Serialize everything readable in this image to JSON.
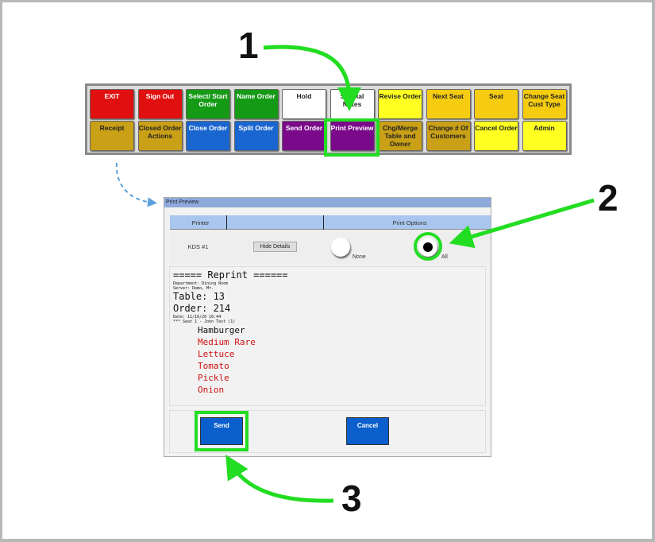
{
  "toolbar": {
    "buttons": [
      {
        "label": "EXIT",
        "color": "#e01010"
      },
      {
        "label": "Sign Out",
        "color": "#e01010"
      },
      {
        "label": "Select/ Start Order",
        "color": "#149a14"
      },
      {
        "label": "Name Order",
        "color": "#149a14"
      },
      {
        "label": "Hold",
        "color": "#ffffff"
      },
      {
        "label": "Special Notes",
        "color": "#ffffff"
      },
      {
        "label": "Revise Order",
        "color": "#ffff22"
      },
      {
        "label": "Next Seat",
        "color": "#f5cc10"
      },
      {
        "label": "Seat",
        "color": "#f5cc10"
      },
      {
        "label": "Change Seat Cust Type",
        "color": "#f5cc10"
      },
      {
        "label": "Receipt",
        "color": "#c9a016"
      },
      {
        "label": "Closed Order Actions",
        "color": "#c9a016"
      },
      {
        "label": "Close Order",
        "color": "#1a66d0"
      },
      {
        "label": "Split Order",
        "color": "#1a66d0"
      },
      {
        "label": "Send Order",
        "color": "#7a0a8a"
      },
      {
        "label": "Print Preview",
        "color": "#7a0a8a"
      },
      {
        "label": "Chg/Merge Table and Owner",
        "color": "#c9a016"
      },
      {
        "label": "Change # Of Customers",
        "color": "#c9a016"
      },
      {
        "label": "Cancel Order",
        "color": "#ffff22"
      },
      {
        "label": "Admin",
        "color": "#ffff22"
      }
    ]
  },
  "dialog": {
    "title": "Print Preview",
    "col_printer": "Printer",
    "col_options": "Print Options",
    "printer": "KDS #1",
    "hide_details": "Hide Details",
    "opt_none": "None",
    "opt_all": "All",
    "selected": "All",
    "receipt": {
      "header": "===== Reprint ======",
      "department": "Department: Dining Room",
      "server": "Server: Demo, Mr.",
      "table": "Table: 13",
      "order": "Order: 214",
      "date": "Date: 11/16/20 16:44",
      "seat": "*** Seat 1 - John Test (1)",
      "item": "Hamburger",
      "mods": [
        "Medium Rare",
        "Lettuce",
        "Tomato",
        "Pickle",
        "Onion"
      ]
    },
    "send": "Send",
    "cancel": "Cancel"
  },
  "callouts": [
    "1",
    "2",
    "3"
  ]
}
